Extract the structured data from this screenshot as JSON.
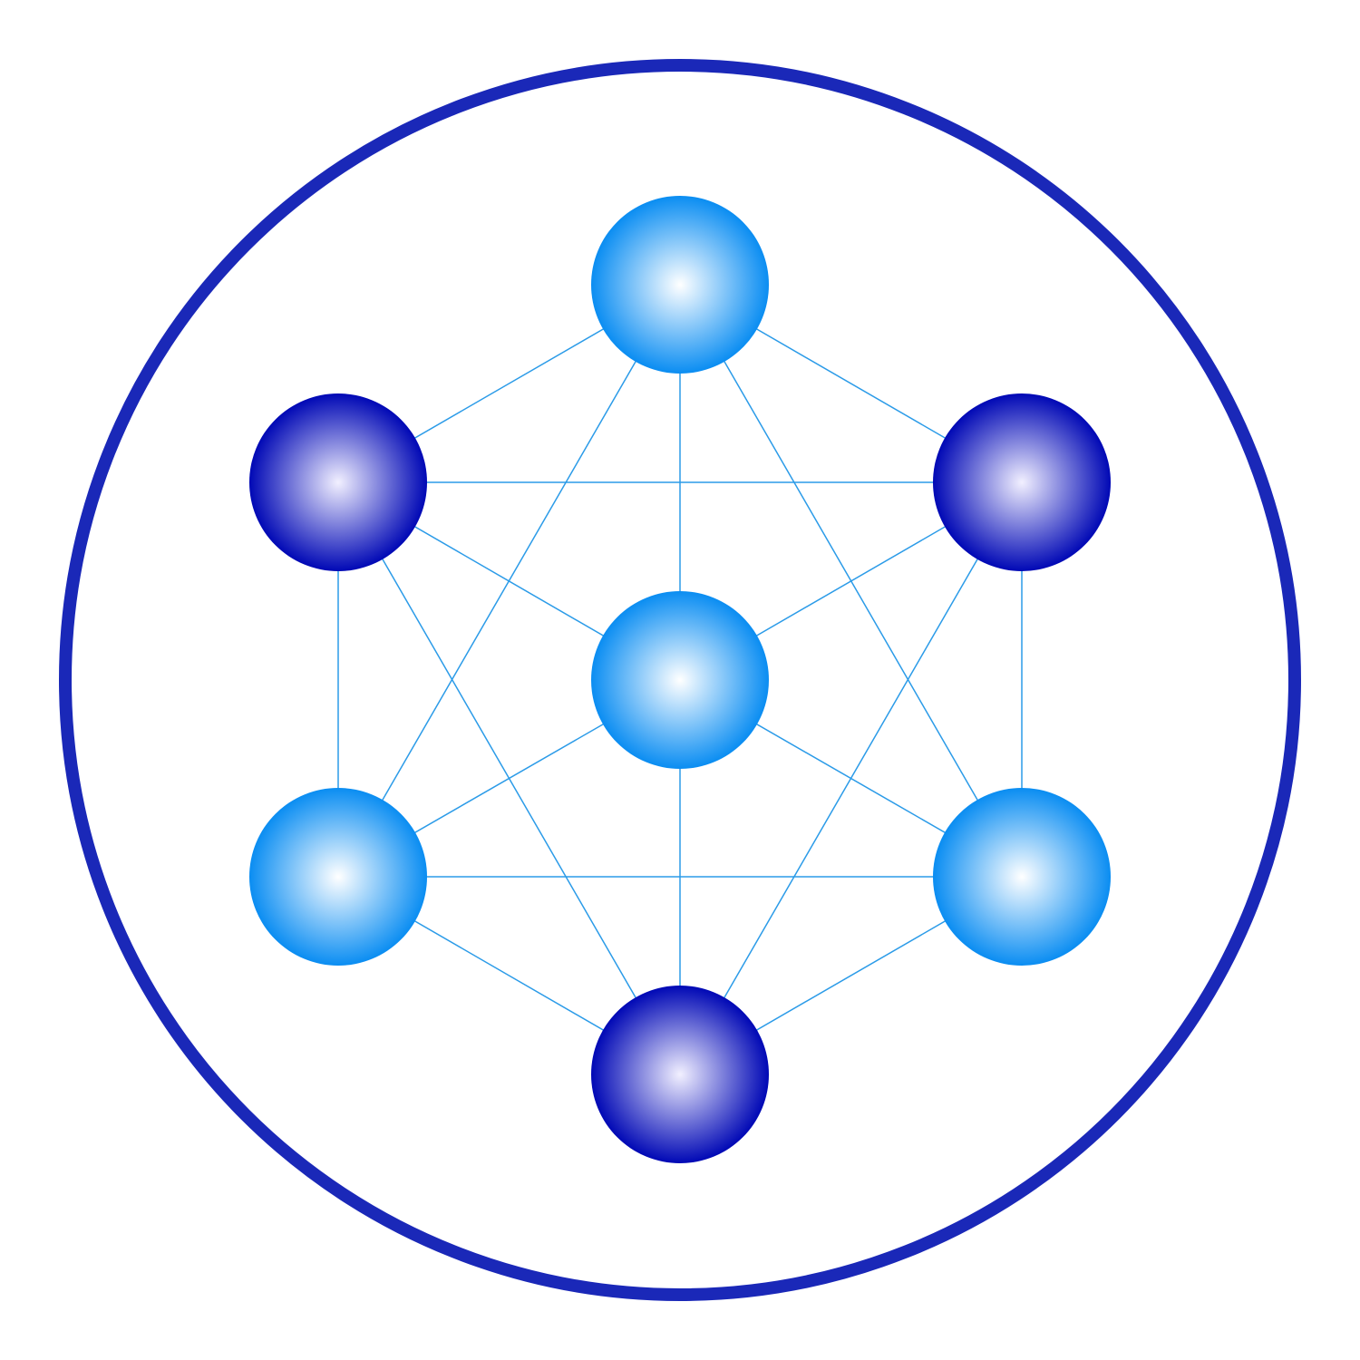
{
  "colors": {
    "background": "#ffffff",
    "outer_ring": "#1a28b8",
    "edges": "#2b9be8",
    "light_node_center": "#ffffff",
    "light_node_edge": "#0a8df2",
    "dark_node_center": "#f2f0ff",
    "dark_node_edge": "#0008b5"
  },
  "nodes": [
    {
      "id": "top",
      "style": "light"
    },
    {
      "id": "upper-left",
      "style": "dark"
    },
    {
      "id": "upper-right",
      "style": "dark"
    },
    {
      "id": "center",
      "style": "light"
    },
    {
      "id": "lower-left",
      "style": "light"
    },
    {
      "id": "lower-right",
      "style": "light"
    },
    {
      "id": "bottom",
      "style": "dark"
    }
  ],
  "edges": [
    [
      "top",
      "upper-left"
    ],
    [
      "top",
      "upper-right"
    ],
    [
      "top",
      "center"
    ],
    [
      "top",
      "lower-left"
    ],
    [
      "top",
      "lower-right"
    ],
    [
      "upper-left",
      "upper-right"
    ],
    [
      "upper-left",
      "center"
    ],
    [
      "upper-left",
      "lower-left"
    ],
    [
      "upper-left",
      "bottom"
    ],
    [
      "upper-right",
      "center"
    ],
    [
      "upper-right",
      "lower-right"
    ],
    [
      "upper-right",
      "bottom"
    ],
    [
      "center",
      "lower-left"
    ],
    [
      "center",
      "lower-right"
    ],
    [
      "center",
      "bottom"
    ],
    [
      "lower-left",
      "lower-right"
    ],
    [
      "lower-left",
      "bottom"
    ],
    [
      "lower-right",
      "bottom"
    ]
  ]
}
